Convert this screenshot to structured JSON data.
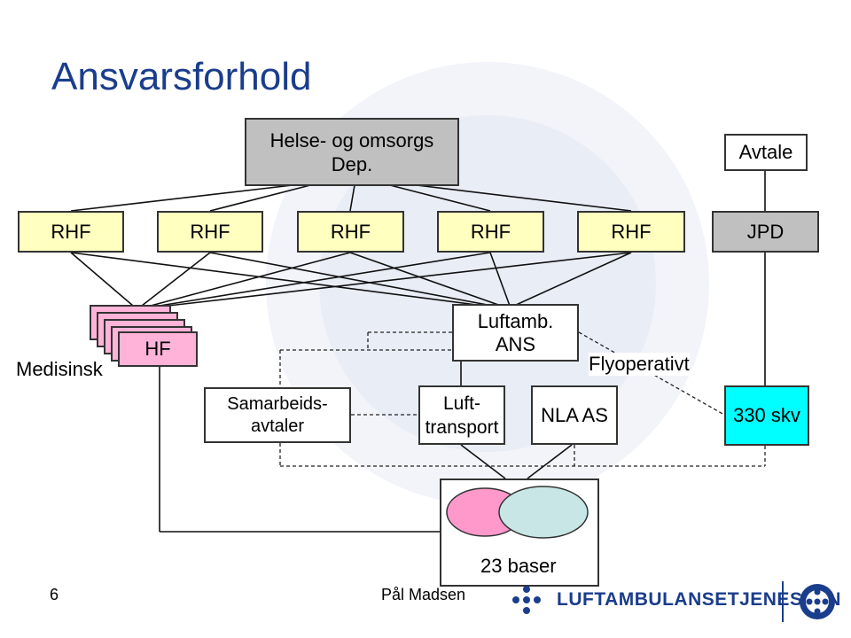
{
  "title": "Ansvarsforhold",
  "nodes": {
    "dep": "Helse- og omsorgs Dep.",
    "avtale": "Avtale",
    "rhf": [
      "RHF",
      "RHF",
      "RHF",
      "RHF",
      "RHF"
    ],
    "jpd": "JPD",
    "hf": "HF",
    "medisinsk": "Medisinsk",
    "luftamb_line1": "Luftamb.",
    "luftamb_line2": "ANS",
    "flyoperativt": "Flyoperativt",
    "samarbeid_line1": "Samarbeids-",
    "samarbeid_line2": "avtaler",
    "lufttransport_line1": "Luft-",
    "lufttransport_line2": "transport",
    "nla": "NLA AS",
    "skv": "330 skv",
    "baser": "23 baser"
  },
  "footer": {
    "page_number": "6",
    "author": "Pål Madsen",
    "logo_text": "LUFTAMBULANSETJENESTEN"
  },
  "colors": {
    "rhf_fill": "#ffffc0",
    "gray_fill": "#c0c0c0",
    "hf_fill": "#ffb3d9",
    "skv_fill": "#00ffff",
    "ellipse_pink": "#ff99cc",
    "ellipse_teal": "#c8e6e6",
    "title": "#1a3d8c",
    "logo_blue": "#1a3d8c"
  }
}
